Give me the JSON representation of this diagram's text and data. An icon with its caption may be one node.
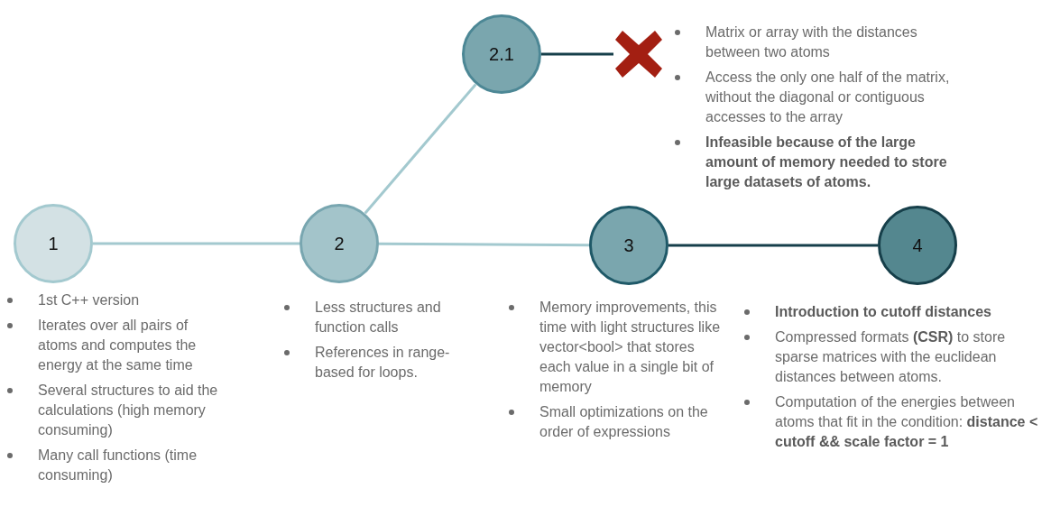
{
  "diagram": {
    "nodes": [
      {
        "text": [
          "1"
        ],
        "beside": [
          "1st C++ version",
          "Iterates over all pairs of atoms and computes the energy at the same time",
          "Several structures to aid the calculations (high memory consuming)",
          "Many call functions (time consuming)"
        ]
      },
      {
        "text": [
          "2"
        ],
        "beside": [
          "Less structures and function calls",
          "References in range-based for loops."
        ]
      },
      {
        "text": [
          "2.1"
        ],
        "beside": [
          "Matrix or array with the distances between two atoms",
          "Access the only one half of the matrix, without the diagonal or contiguous accesses to the array",
          "**Infeasible because of the large amount of memory needed to store large datasets of atoms.**"
        ]
      },
      {
        "text": [],
        "shape": "cross"
      },
      {
        "text": [
          "3"
        ],
        "beside": [
          "Memory improvements, this time with light structures like vector<bool> that stores each value in a single bit of memory",
          "Small optimizations on the order of expressions"
        ]
      },
      {
        "text": [
          "4"
        ],
        "beside": [
          "**Introduction to cutoff distances**",
          "Compressed formats **(CSR)** to store sparse matrices with the euclidean distances between atoms.",
          "Computation of the energies between atoms that fit in the condition: **distance < cutoff && scale factor = 1**"
        ]
      }
    ],
    "edges": [
      {
        "from": 0,
        "to": 1,
        "arrow": "none"
      },
      {
        "from": 1,
        "to": 2,
        "arrow": "none"
      },
      {
        "from": 2,
        "to": 3,
        "arrow": "none",
        "color": "#163f4a"
      },
      {
        "from": 1,
        "to": 4,
        "arrow": "none"
      },
      {
        "from": 4,
        "to": 5,
        "arrow": "none",
        "color": "#163f4a"
      }
    ]
  }
}
